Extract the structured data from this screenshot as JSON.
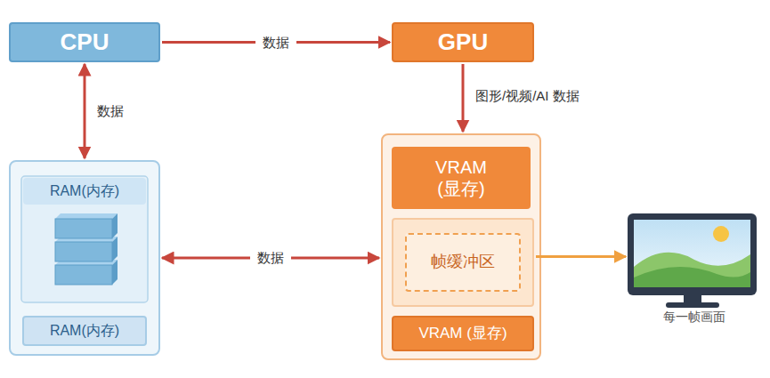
{
  "diagram": {
    "nodes": [
      {
        "text": [
          "CPU"
        ]
      },
      {
        "text": [
          "GPU"
        ]
      },
      {
        "text": [
          "RAM(内存)"
        ]
      },
      {
        "text": [
          "RAM(内存)"
        ],
        "in": 2
      },
      {
        "text": [
          "VRAM (显存)"
        ]
      },
      {
        "text": [
          "帧缓冲区"
        ],
        "in": 4
      },
      {
        "text": [
          "VRAM (显存)"
        ],
        "in": 4
      },
      {
        "text": [
          "每一帧画面"
        ]
      }
    ],
    "edges": [
      {
        "from": 0,
        "to": 1,
        "label": "数据",
        "arrow": "to"
      },
      {
        "from": 0,
        "to": 2,
        "label": "数据",
        "arrow": "both"
      },
      {
        "from": 1,
        "to": 4,
        "label": "图形/视频/AI 数据",
        "arrow": "to"
      },
      {
        "from": 2,
        "to": 4,
        "label": "数据",
        "arrow": "both"
      },
      {
        "from": 5,
        "to": 7,
        "arrow": "to"
      }
    ]
  }
}
